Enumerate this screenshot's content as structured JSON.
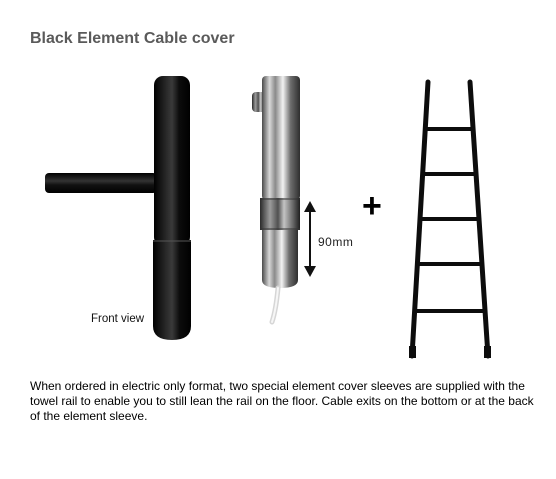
{
  "page": {
    "title": "Black Element Cable cover",
    "front_view_label": "Front view",
    "measurement_label": "90mm",
    "plus_sign": "+",
    "description": "When ordered in electric only format, two special element cover sleeves are supplied with the towel rail to enable you to still lean the rail on the floor. Cable exits on the bottom or at the back of the element sleeve."
  },
  "colors": {
    "title": "#5a5a5a",
    "black_finish": "#0d0d0d",
    "chrome": "#9a9a9a",
    "cable": "#e6e6e6"
  },
  "icons": {
    "measurement": "double-arrow-vertical-icon"
  }
}
